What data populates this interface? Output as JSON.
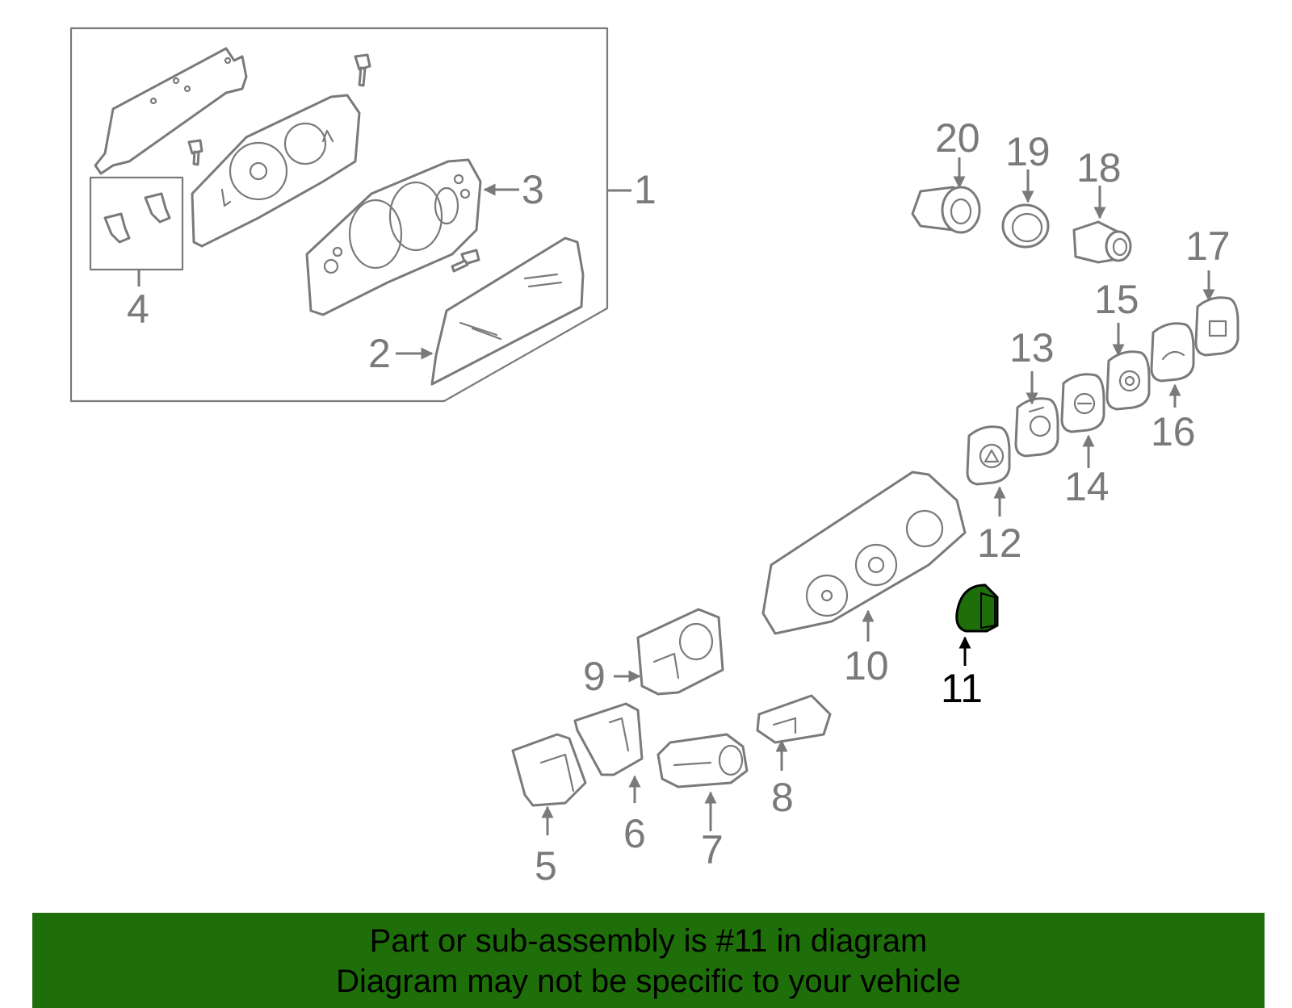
{
  "diagram": {
    "highlight_color": "#1e6f0a",
    "highlighted_part": "11",
    "labels": [
      "1",
      "2",
      "3",
      "4",
      "5",
      "6",
      "7",
      "8",
      "9",
      "10",
      "11",
      "12",
      "13",
      "14",
      "15",
      "16",
      "17",
      "18",
      "19",
      "20"
    ]
  },
  "banner": {
    "line1": "Part or sub-assembly is #11 in diagram",
    "line2": "Diagram may not be specific to your vehicle"
  }
}
